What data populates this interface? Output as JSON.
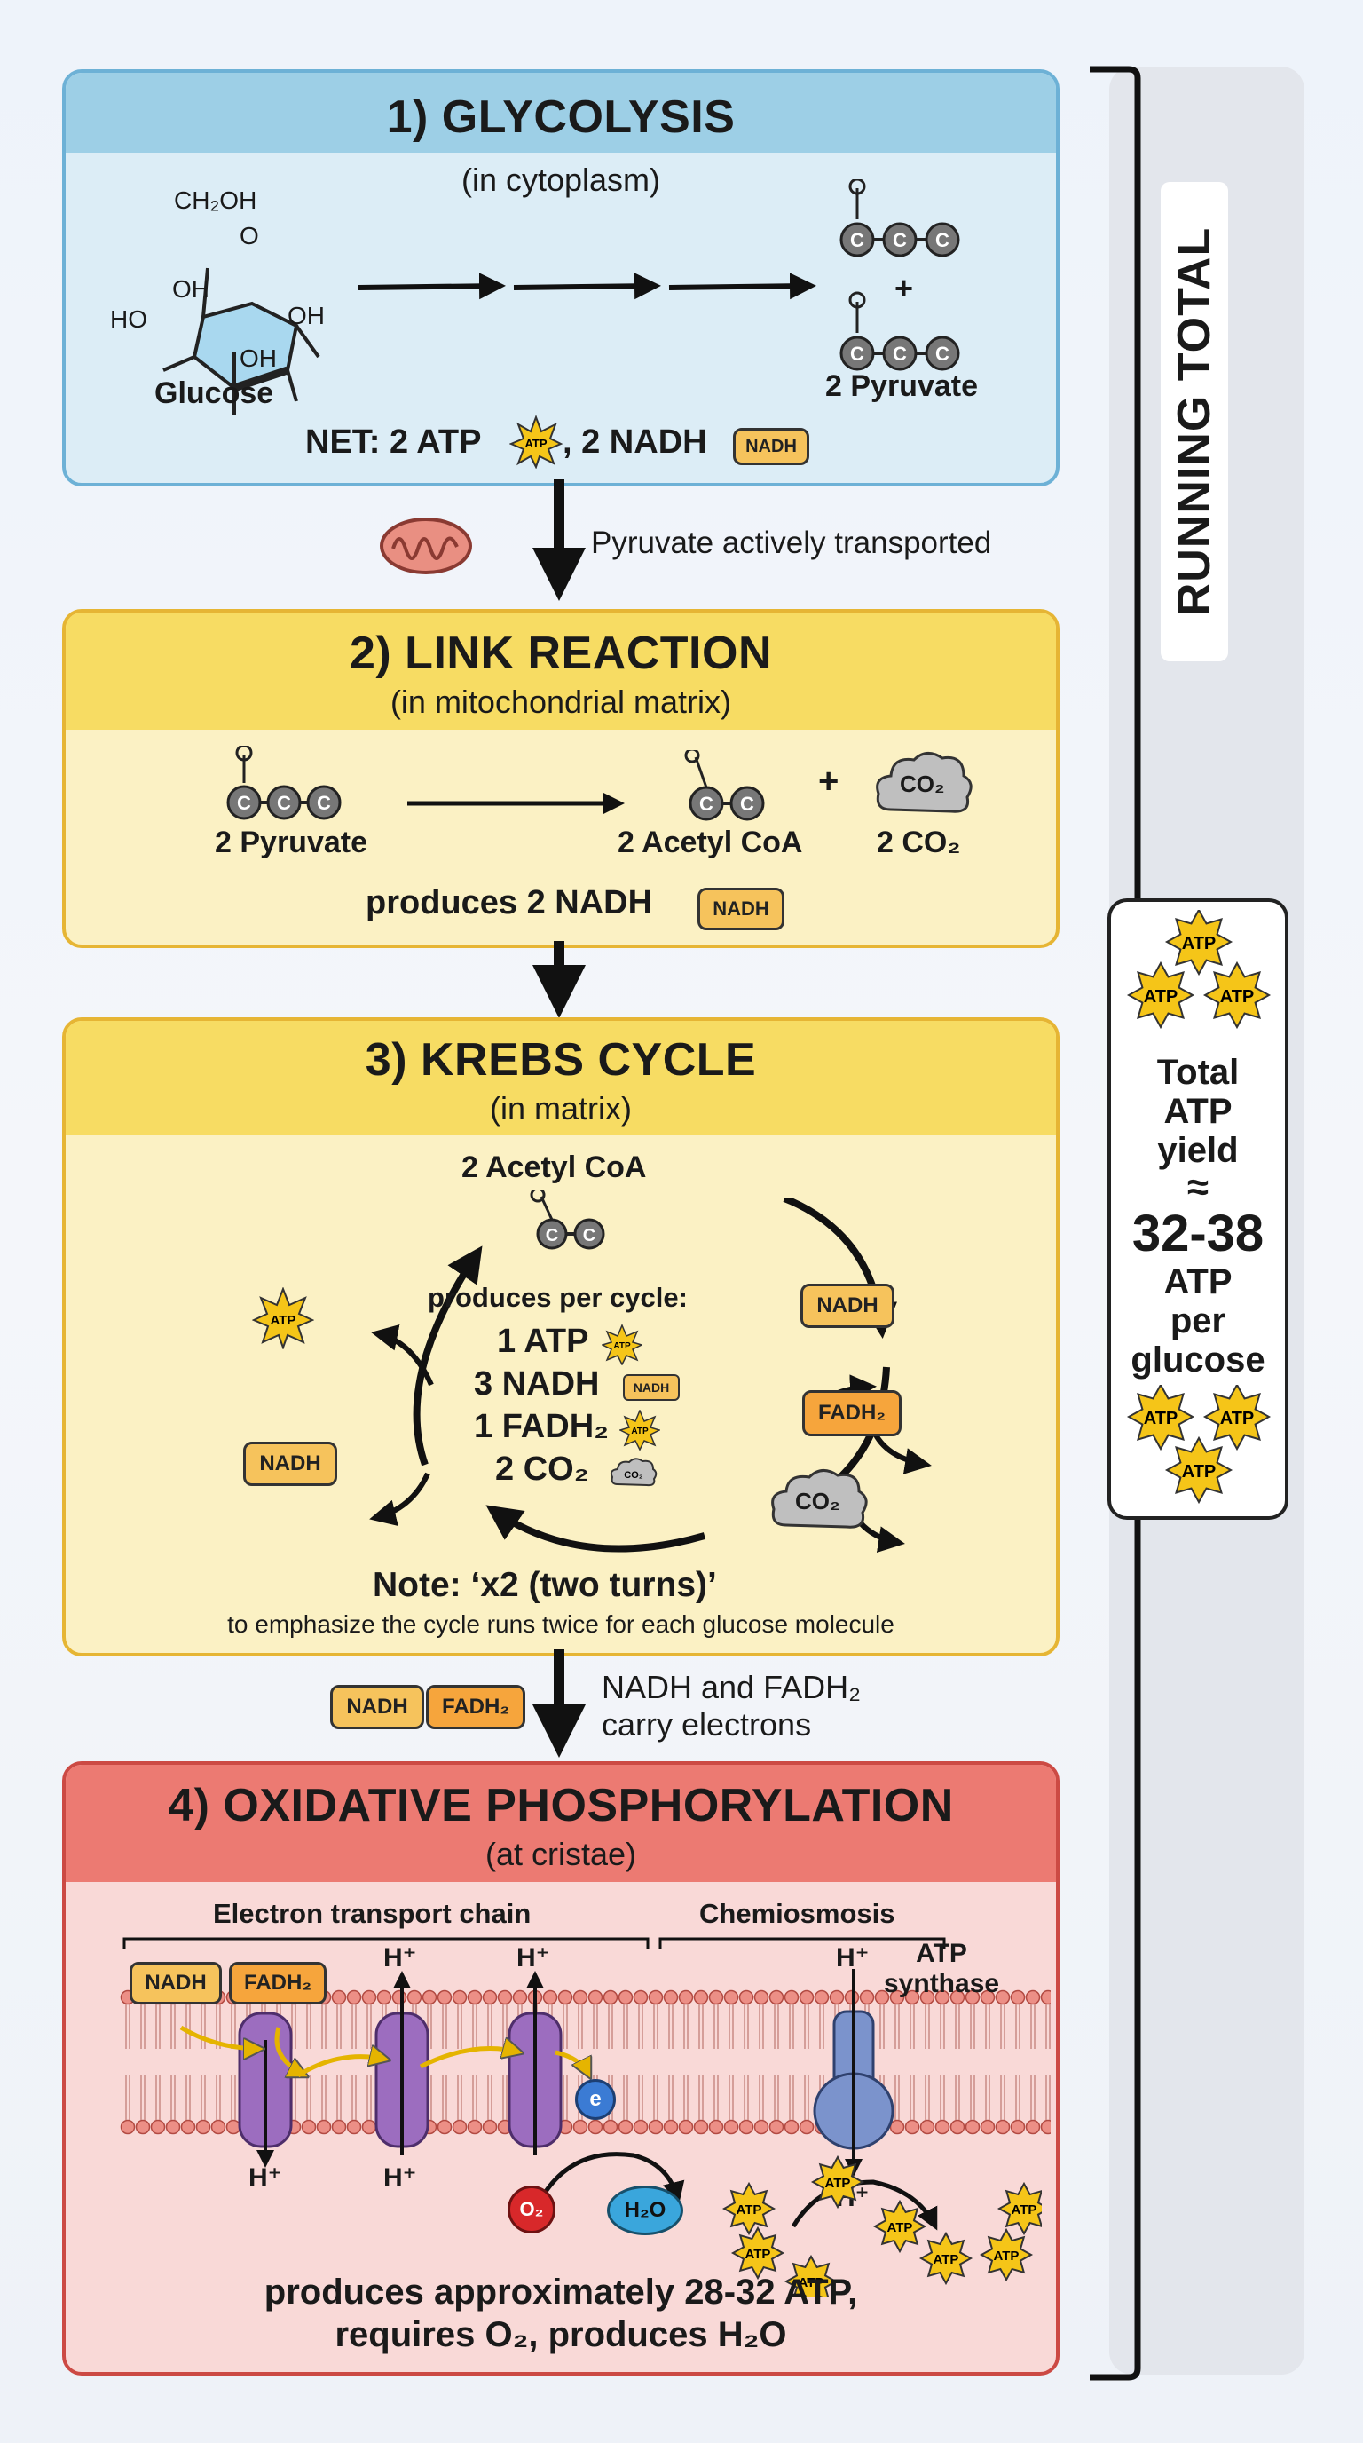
{
  "glycolysis": {
    "title": "1) GLYCOLYSIS",
    "location": "(in cytoplasm)",
    "glucose_label": "Glucose",
    "ch2oh": "CH₂OH",
    "oh_a": "OH",
    "oh_b": "OH",
    "oh_c": "OH",
    "ho": "HO",
    "plus": "+",
    "pyruvate_label": "2 Pyruvate",
    "net_prefix": "NET: 2 ATP",
    "net_mid": ", 2 NADH",
    "atp_icon": "ATP",
    "nadh_icon": "NADH"
  },
  "transport1": {
    "text": "Pyruvate actively transported"
  },
  "link": {
    "title": "2) LINK REACTION",
    "location": "(in mitochondrial matrix)",
    "pyruvate_label": "2 Pyruvate",
    "acetyl_label": "2 Acetyl CoA",
    "plus": "+",
    "co2_label": "2 CO₂",
    "co2_cloud": "CO₂",
    "produces": "produces 2 NADH",
    "nadh_icon": "NADH"
  },
  "krebs": {
    "title": "3) KREBS CYCLE",
    "location": "(in matrix)",
    "acetyl_label": "2 Acetyl CoA",
    "produces_title": "produces per cycle:",
    "line1": "1 ATP",
    "line2": "3 NADH",
    "line3": "1 FADH₂",
    "line4": "2 CO₂",
    "nadh_badge": "NADH",
    "fadh_badge": "FADH₂",
    "co2_cloud": "CO₂",
    "atp_icon": "ATP",
    "nadh_left": "NADH",
    "note": "Note: ‘x2 (two turns)’",
    "note_sub": "to emphasize the cycle runs twice for each glucose molecule"
  },
  "transport2": {
    "nadh": "NADH",
    "fadh": "FADH₂",
    "line1": "NADH and FADH₂",
    "line2": "carry electrons"
  },
  "oxphos": {
    "title": "4) OXIDATIVE PHOSPHORYLATION",
    "location": "(at cristae)",
    "etc_label": "Electron transport chain",
    "chemi_label": "Chemiosmosis",
    "nadh": "NADH",
    "fadh": "FADH₂",
    "hplus": "H⁺",
    "electron": "e",
    "o2": "O₂",
    "h2o": "H₂O",
    "synthase": "ATP\nsynthase",
    "atp_icon": "ATP",
    "produces1": "produces approximately 28-32 ATP,",
    "produces2": "requires O₂, produces H₂O"
  },
  "sidebar": {
    "running_total": "RUNNING TOTAL",
    "total1": "Total",
    "total2": "ATP",
    "total3": "yield",
    "approx": "≈",
    "value": "32-38",
    "unit1": "ATP",
    "unit2": "per",
    "unit3": "glucose",
    "atp_icon": "ATP"
  },
  "colors": {
    "glycolysis_head": "#9dcfe6",
    "glycolysis_body": "#dcedf6",
    "link_head": "#f7dc63",
    "link_body": "#fbf1c4",
    "oxphos_head": "#ec7a72",
    "oxphos_body": "#f9d9d7",
    "atp_star": "#f5c518",
    "protein": "#9c6dbf",
    "synthase": "#7b93cc"
  }
}
